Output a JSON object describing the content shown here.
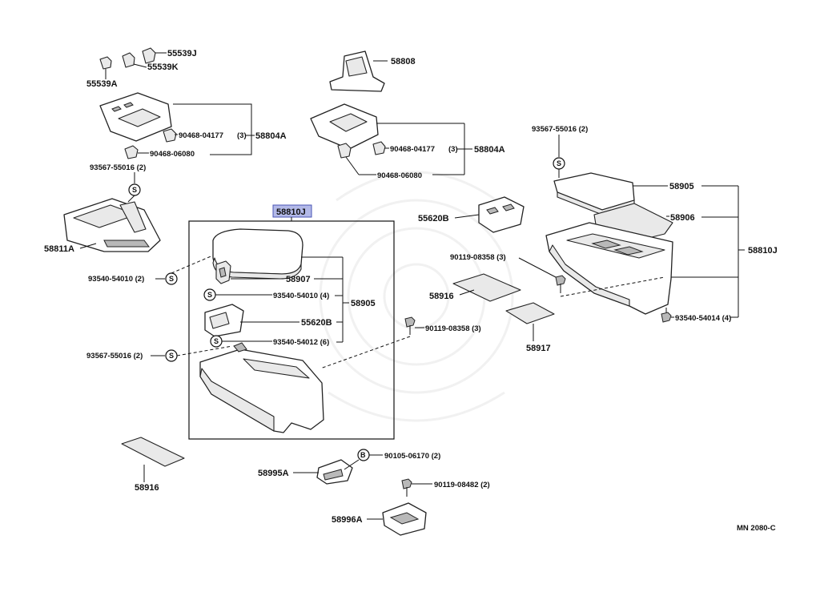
{
  "labels": {
    "p55539J": "55539J",
    "p55539K": "55539K",
    "p55539A": "55539A",
    "p90468_04177_left": "90468-04177",
    "qty3_left": "(3)",
    "p58804A_left": "58804A",
    "p90468_06080_left": "90468-06080",
    "p93567_55016_left": "93567-55016 (2)",
    "p58811A": "58811A",
    "p93540_54010_left": "93540-54010 (2)",
    "p93567_55016_mid": "93567-55016 (2)",
    "p58808": "58808",
    "p90468_04177_mid": "90468-04177",
    "qty3_mid": "(3)",
    "p58804A_mid": "58804A",
    "p90468_06080_mid": "90468-06080",
    "p58810J_box": "58810J",
    "p58907": "58907",
    "p93540_54010_box": "93540-54010 (4)",
    "p58905_box": "58905",
    "p55620B_box": "55620B",
    "p93540_54012": "93540-54012 (6)",
    "p55620B_mid": "55620B",
    "p90119_08358_mid": "90119-08358 (3)",
    "p58916_mid": "58916",
    "p58917": "58917",
    "p90119_08358_low": "90119-08358 (3)",
    "p93567_55016_right": "93567-55016 (2)",
    "p58905_right": "58905",
    "p58906": "58906",
    "p58810J_right": "58810J",
    "p93540_54014": "93540-54014 (4)",
    "p58916_low": "58916",
    "p58995A": "58995A",
    "p90105_06170": "90105-06170 (2)",
    "p90119_08482": "90119-08482 (2)",
    "p58996A": "58996A",
    "diagram_code": "MN 2080-C"
  },
  "symbols": {
    "s_letter": "S",
    "b_letter": "B"
  },
  "colors": {
    "highlight_fill": "#b3b9e8",
    "highlight_stroke": "#4a55b5",
    "ink": "#111111"
  }
}
